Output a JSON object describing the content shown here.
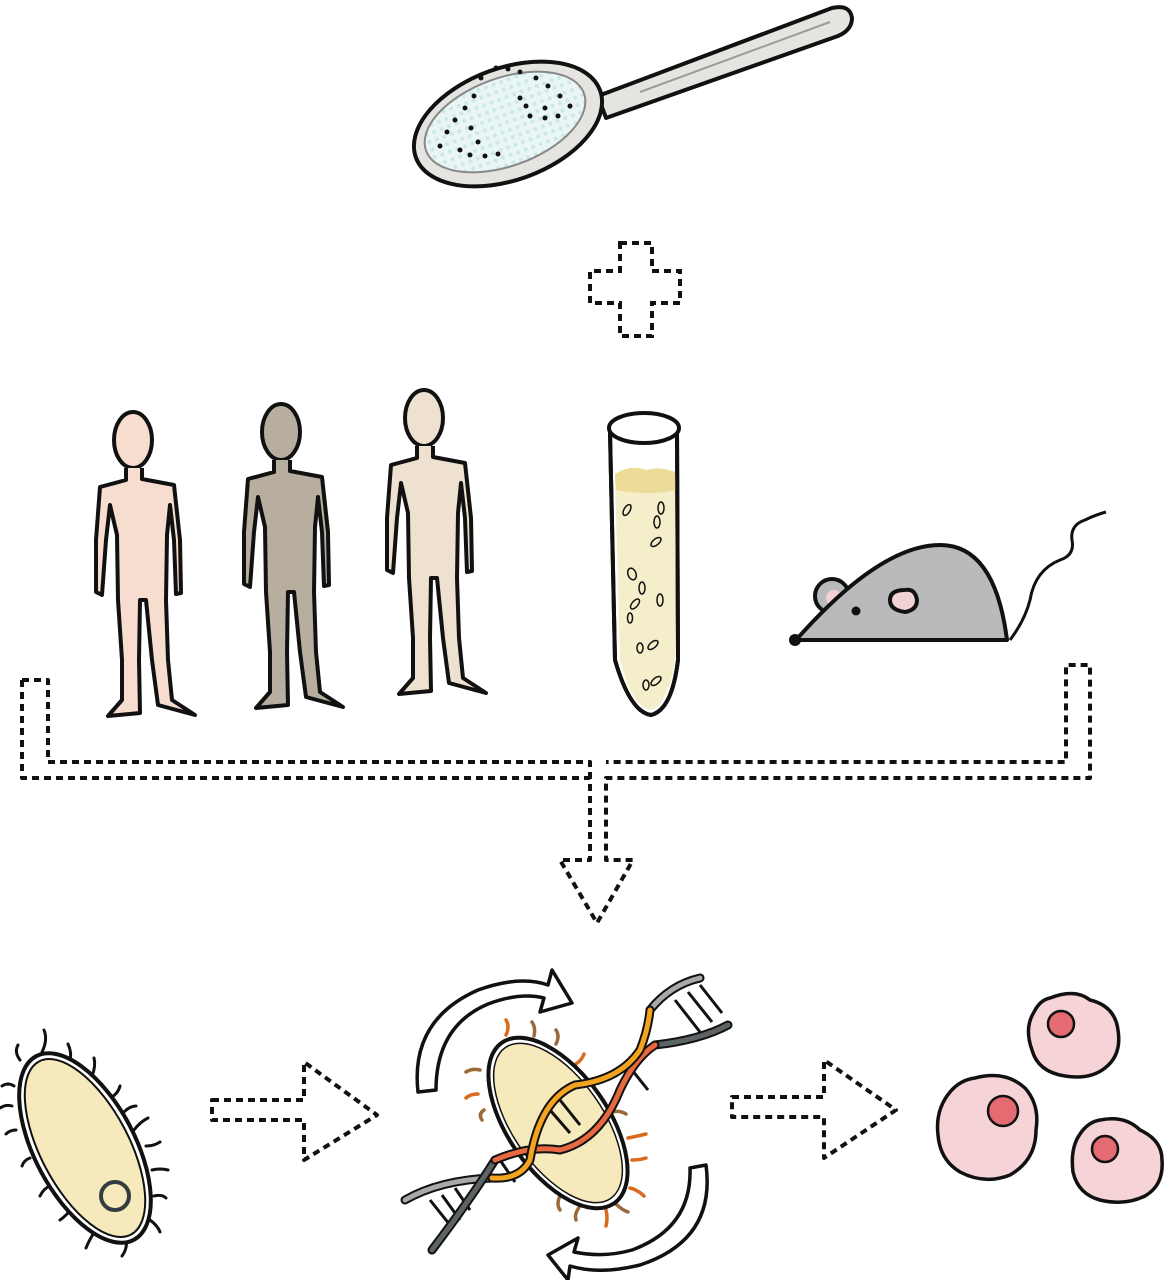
{
  "diagram": {
    "inputs": {
      "substance": "spoon-with-powder",
      "operator": "plus",
      "sources": [
        "human-1",
        "human-2",
        "human-3",
        "culture-tube",
        "mouse"
      ]
    },
    "steps": [
      "bacterium",
      "genetic-exchange",
      "host-cells"
    ],
    "colors": {
      "outline": "#111111",
      "spoon": "#e6e4e1",
      "powder": "#d9efee",
      "skin_1": "#f6ddd0",
      "skin_2": "#b8ae9f",
      "skin_3": "#efe1d0",
      "culture": "#f5eecb",
      "culture_top": "#ecdc98",
      "mouse": "#b8babc",
      "mouse_ear": "#f2d3d3",
      "bacterium": "#f6e9bb",
      "dna_orange": "#f4a31e",
      "dna_red": "#e8683f",
      "dna_gray": "#5e6466",
      "dna_light": "#a9a9a9",
      "pili_brown": "#9a6a3a",
      "pili_orange": "#d96a1e",
      "cell": "#f6d3d6",
      "nucleus": "#e56b72"
    }
  }
}
